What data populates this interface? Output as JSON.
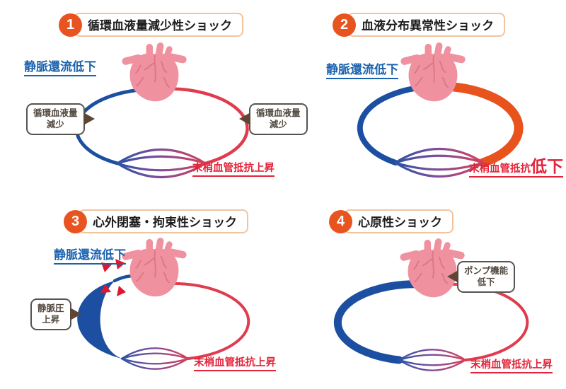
{
  "colors": {
    "badge_orange": "#E8541F",
    "title_box_border": "#F2C49E",
    "vein_blue": "#1C4FA1",
    "artery_red": "#DF3C4E",
    "dilated_artery_orange": "#E8521D",
    "heart_pink": "#F0919F",
    "heart_detail_pink": "#DE7588",
    "capillary_purple": "#7C4D9D",
    "callout_arrow_brown": "#5E4636",
    "venous_label_blue": "#1A62AE",
    "resistance_label_red": "#E32339",
    "compression_arrow_red": "#E0182F"
  },
  "panel1": {
    "badge": "1",
    "title": "循環血液量減少性ショック",
    "venous_return": "静脈還流低下",
    "peripheral_resistance": "末梢血管抵抗上昇",
    "left_callout_line1": "循環血液量",
    "left_callout_line2": "減少",
    "right_callout_line1": "循環血液量",
    "right_callout_line2": "減少"
  },
  "panel2": {
    "badge": "2",
    "title": "血液分布異常性ショック",
    "venous_return": "静脈還流低下",
    "peripheral_resistance_prefix": "末梢血管抵抗",
    "peripheral_resistance_emphasis": "低下"
  },
  "panel3": {
    "badge": "3",
    "title": "心外閉塞・拘束性ショック",
    "venous_return": "静脈還流低下",
    "peripheral_resistance": "末梢血管抵抗上昇",
    "callout_line1": "静脈圧",
    "callout_line2": "上昇"
  },
  "panel4": {
    "badge": "4",
    "title": "心原性ショック",
    "peripheral_resistance": "末梢血管抵抗上昇",
    "callout_line1": "ポンプ機能",
    "callout_line2": "低下"
  }
}
